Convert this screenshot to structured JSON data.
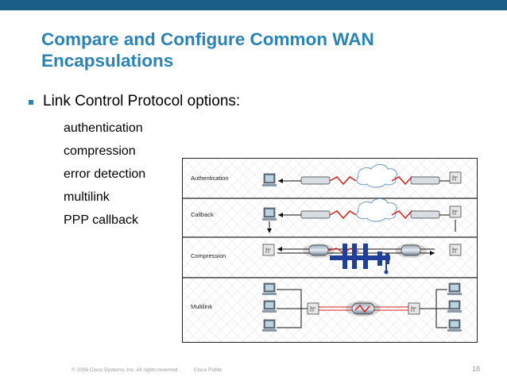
{
  "slide": {
    "title_line1": "Compare and Configure Common WAN",
    "title_line2": "Encapsulations",
    "bullet": "Link Control Protocol options:",
    "sub_items": [
      "authentication",
      "compression",
      "error detection",
      "multilink",
      "PPP callback"
    ]
  },
  "figure": {
    "panels": [
      "Authentication",
      "Callback",
      "Compression",
      "Multilink"
    ]
  },
  "footer": {
    "copyright": "© 2006 Cisco Systems, Inc. All rights reserved.",
    "classification": "Cisco Public",
    "page_number": "18"
  },
  "colors": {
    "top_bar": "#1a5f86",
    "title": "#2a82b5",
    "link_red": "#d42020",
    "compression_blue": "#1f3f9a"
  }
}
